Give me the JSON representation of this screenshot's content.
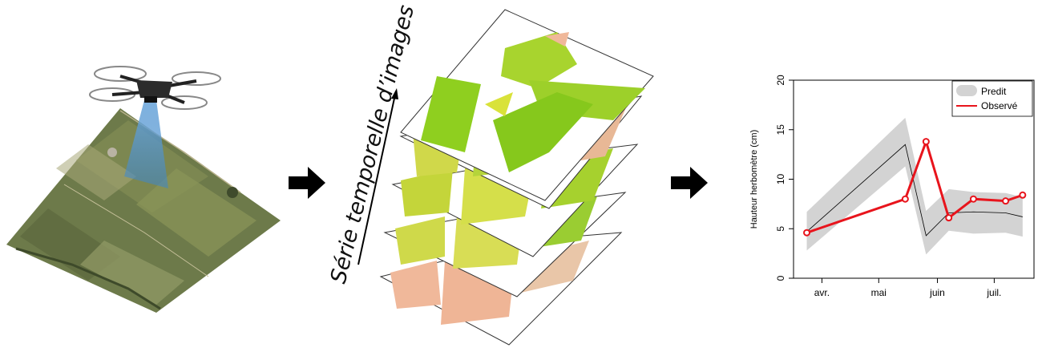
{
  "stack": {
    "caption": "Série temporelle d’images"
  },
  "colors": {
    "field_green": "#8fcf1f",
    "field_yellow": "#d9e23a",
    "field_pink": "#f0b89a",
    "predicted_band": "#d3d3d3",
    "observed_line": "#e8141c",
    "arrow": "#000000"
  },
  "chart_data": {
    "type": "line",
    "x": [
      "2020-03-24",
      "2020-05-15",
      "2020-05-26",
      "2020-06-07",
      "2020-06-20",
      "2020-07-07",
      "2020-07-16"
    ],
    "xticks": [
      {
        "date": "2020-04-01",
        "label": "avr."
      },
      {
        "date": "2020-05-01",
        "label": "mai"
      },
      {
        "date": "2020-06-01",
        "label": "juin"
      },
      {
        "date": "2020-07-01",
        "label": "juil."
      }
    ],
    "ylabel": "Hauteur herbomètre (cm)",
    "ylim": [
      0,
      20
    ],
    "yticks": [
      0,
      5,
      10,
      15,
      20
    ],
    "series": [
      {
        "name": "Observé",
        "values": [
          4.6,
          8.0,
          13.8,
          6.1,
          8.0,
          7.8,
          8.4
        ]
      },
      {
        "name": "Predit",
        "values": [
          4.7,
          13.5,
          4.3,
          6.6,
          6.7,
          6.6,
          6.2
        ],
        "lower": [
          2.8,
          11.3,
          2.4,
          4.8,
          4.5,
          4.6,
          4.2
        ],
        "upper": [
          6.7,
          16.2,
          6.8,
          9.0,
          8.7,
          8.6,
          8.2
        ]
      }
    ],
    "legend": {
      "position": "top-right",
      "entries": [
        "Predit",
        "Observé"
      ]
    }
  }
}
